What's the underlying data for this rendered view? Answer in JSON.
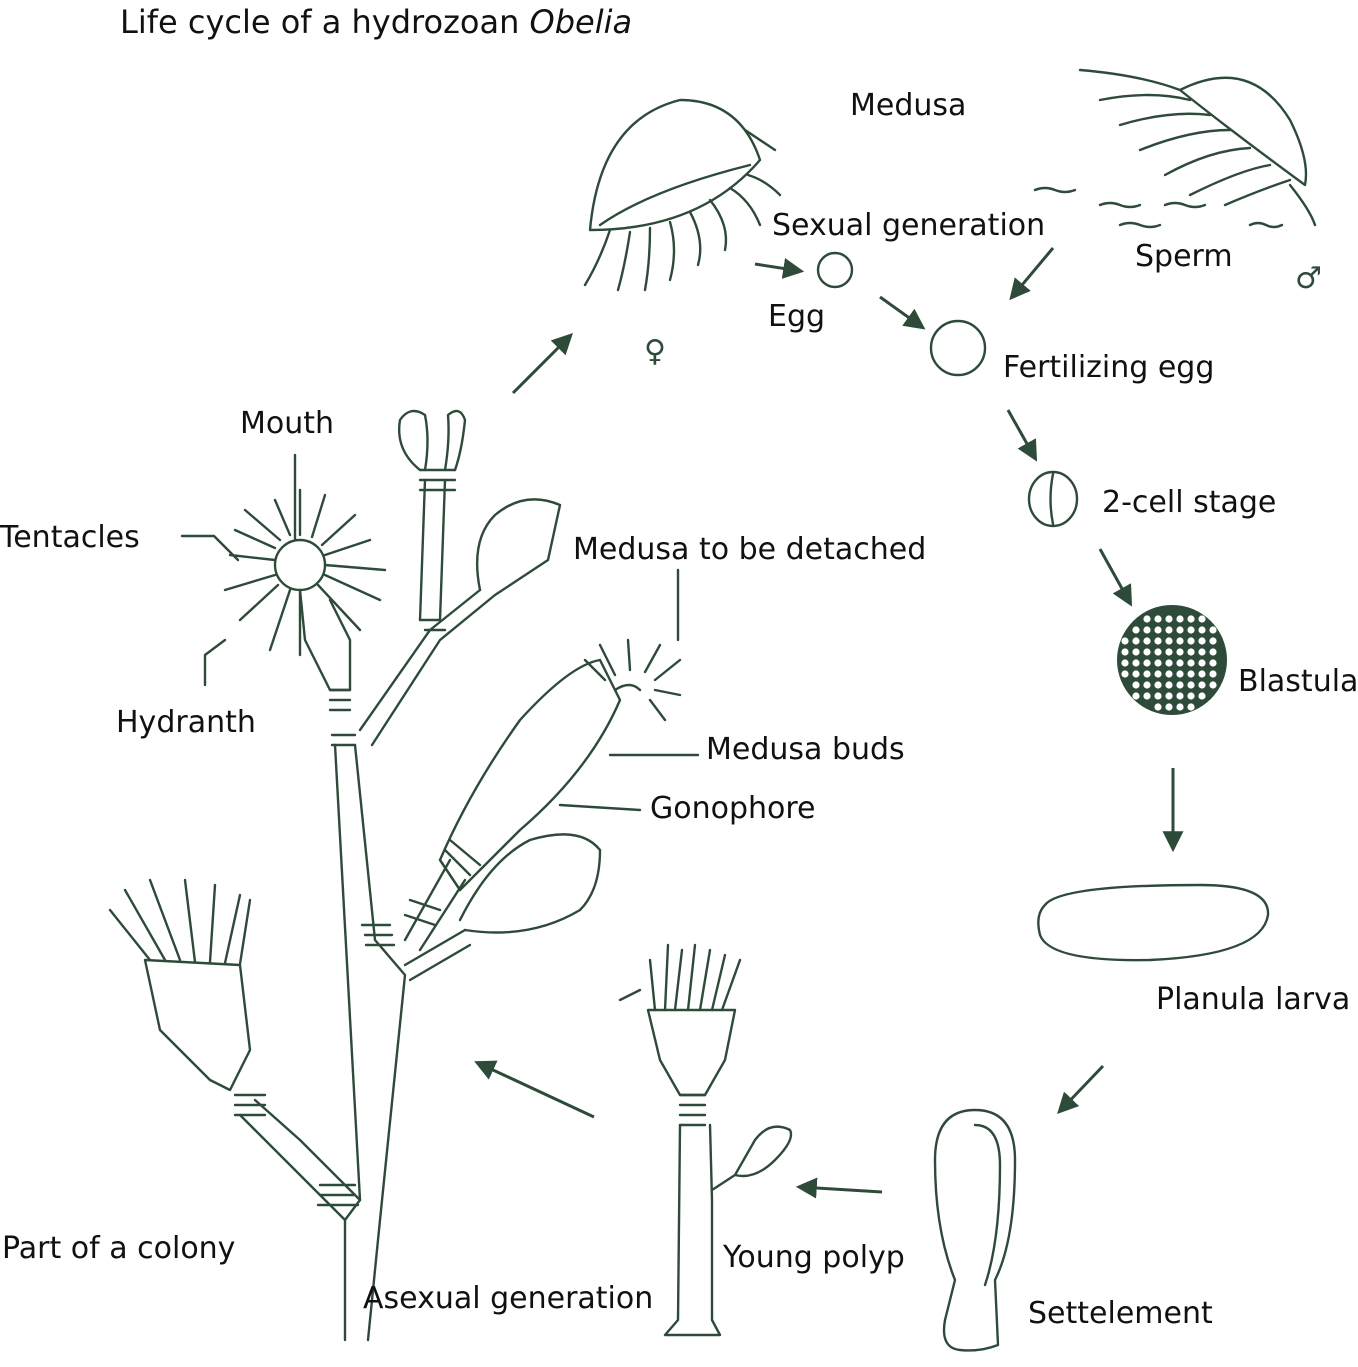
{
  "title": {
    "main": "Life cycle of a hydrozoan ",
    "italic": "Obelia"
  },
  "labels": {
    "medusa": "Medusa",
    "sexual_generation": "Sexual generation",
    "sperm": "Sperm",
    "egg": "Egg",
    "fertilizing_egg": "Fertilizing egg",
    "two_cell_stage": "2-cell stage",
    "blastula": "Blastula",
    "planula_larva": "Planula larva",
    "settlement": "Settelement",
    "young_polyp": "Young polyp",
    "asexual_generation": "Asexual generation",
    "part_of_colony": "Part of a colony",
    "mouth": "Mouth",
    "tentacles": "Tentacles",
    "hydranth": "Hydranth",
    "medusa_to_be_detached": "Medusa to be detached",
    "medusa_buds": "Medusa buds",
    "gonophore": "Gonophore"
  },
  "symbols": {
    "female": "♀",
    "male": "♂"
  },
  "colors": {
    "ink": "#2e4a38",
    "text": "#111111",
    "background": "#ffffff"
  }
}
